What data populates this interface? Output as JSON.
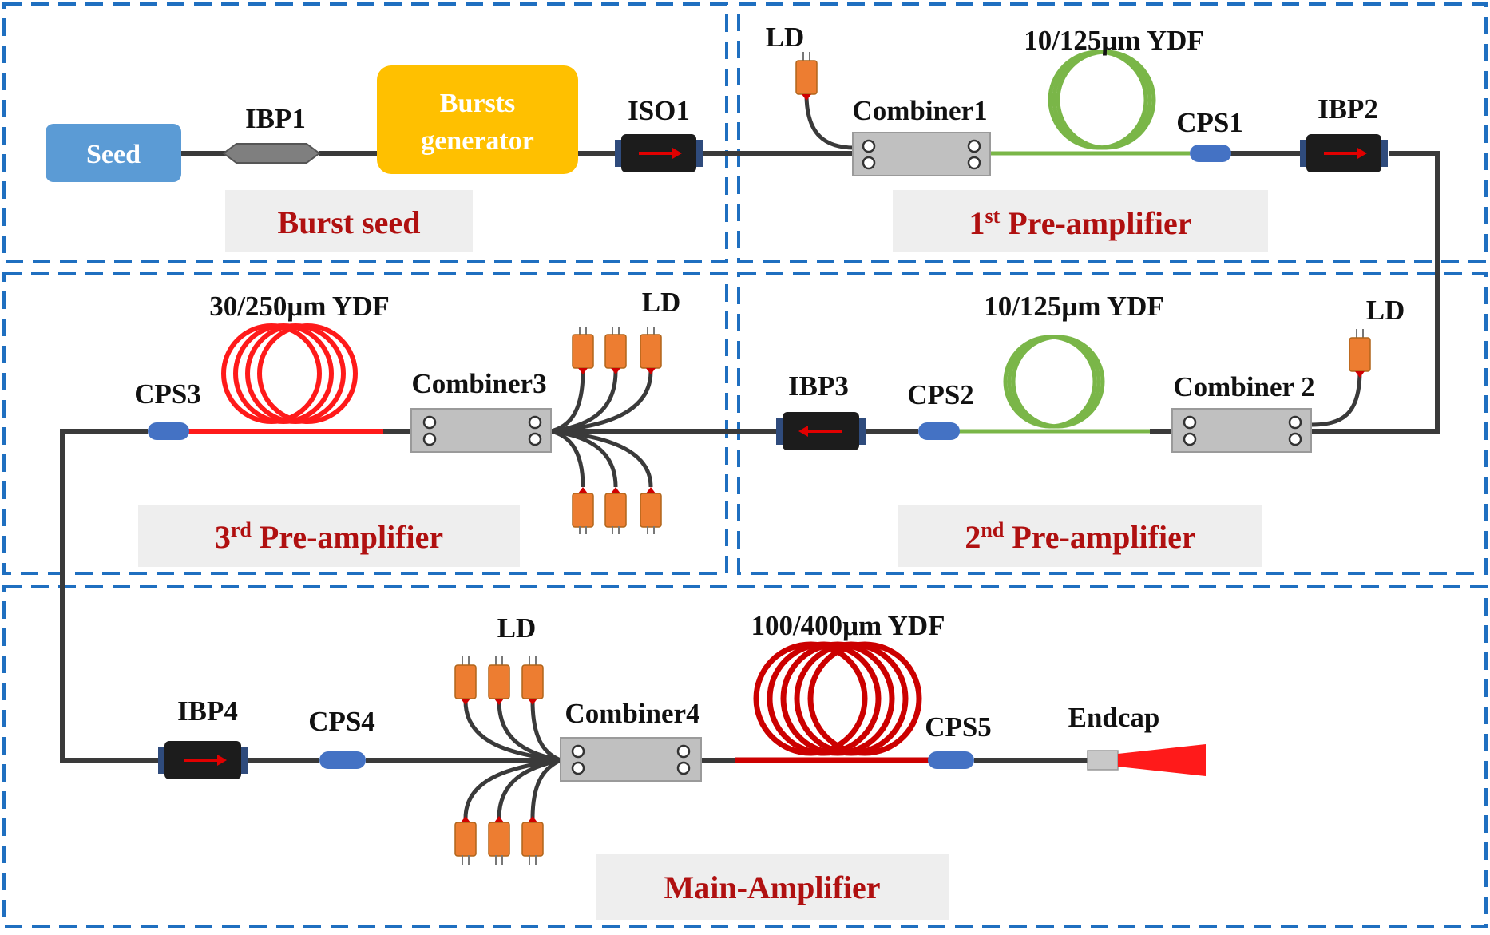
{
  "colors": {
    "dash_border": "#1f6fc0",
    "fiber": "#3a3a3a",
    "green_fiber": "#7ab648",
    "red_fiber": "#ff1a1a",
    "dark_red_fiber": "#cc0000",
    "seed_box": "#5b9bd5",
    "bursts_box": "#ffc000",
    "ld": "#ed7d31",
    "section_bg": "#eeeeee",
    "section_text": "#b01010",
    "cps": "#4472c4"
  },
  "components": {
    "seed": "Seed",
    "ibp1": "IBP1",
    "bursts_line1": "Bursts",
    "bursts_line2": "generator",
    "iso1": "ISO1",
    "ld_stage1": "LD",
    "combiner1": "Combiner1",
    "ydf_stage1": "10/125μm YDF",
    "cps1": "CPS1",
    "ibp2": "IBP2",
    "ld_stage2": "LD",
    "combiner2": "Combiner 2",
    "ydf_stage2": "10/125μm YDF",
    "cps2": "CPS2",
    "ibp3": "IBP3",
    "ld_stage3": "LD",
    "combiner3": "Combiner3",
    "ydf_stage3": "30/250μm YDF",
    "cps3": "CPS3",
    "ibp4": "IBP4",
    "cps4": "CPS4",
    "ld_main": "LD",
    "combiner4": "Combiner4",
    "ydf_main": "100/400μm YDF",
    "cps5": "CPS5",
    "endcap": "Endcap"
  },
  "sections": {
    "burst_seed": "Burst seed",
    "pre1_num": "1",
    "pre1_sup": "st",
    "pre1_rest": " Pre-amplifier",
    "pre2_num": "2",
    "pre2_sup": "nd",
    "pre2_rest": " Pre-amplifier",
    "pre3_num": "3",
    "pre3_sup": "rd",
    "pre3_rest": " Pre-amplifier",
    "main": "Main-Amplifier"
  }
}
